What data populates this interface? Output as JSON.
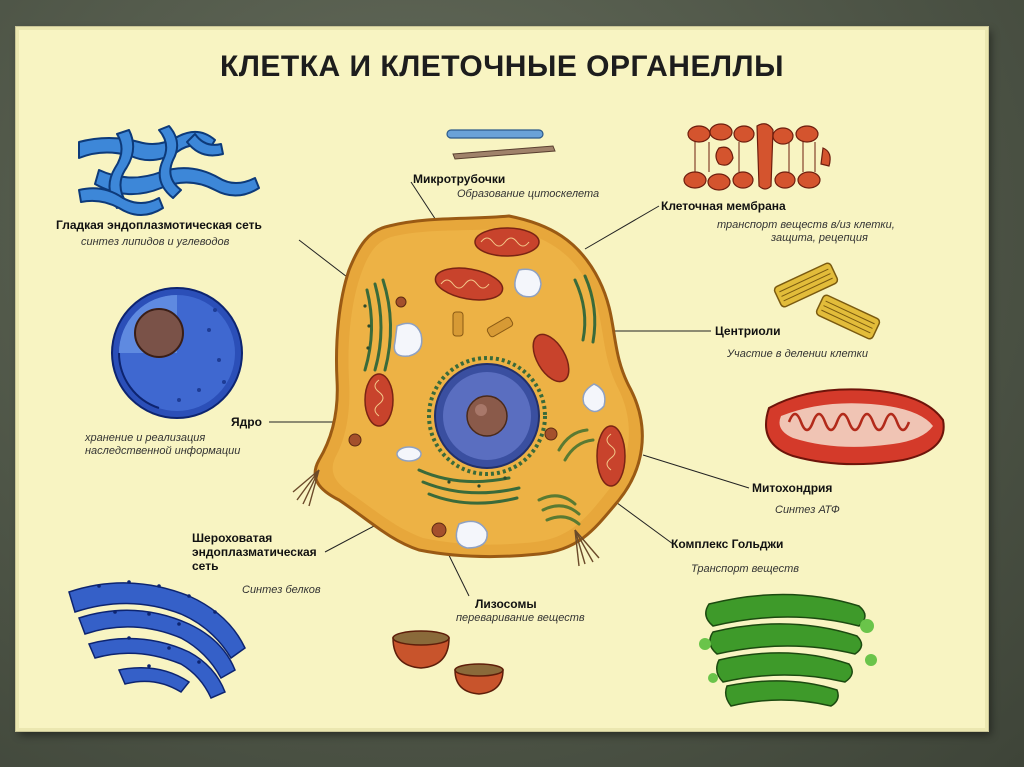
{
  "title": "КЛЕТКА И КЛЕТОЧНЫЕ ОРГАНЕЛЛЫ",
  "organelles": {
    "smooth_er": {
      "name": "Гладкая эндоплазмотическая сеть",
      "function": "синтез липидов и углеводов"
    },
    "microtubules": {
      "name": "Микротрубочки",
      "function": "Образование цитоскелета"
    },
    "membrane": {
      "name": "Клеточная мембрана",
      "function_line1": "транспорт веществ в/из клетки,",
      "function_line2": "защита, рецепция"
    },
    "centrioles": {
      "name": "Центриоли",
      "function": "Участие в делении клетки"
    },
    "nucleus": {
      "name": "Ядро",
      "function_line1": "хранение и реализация",
      "function_line2": "наследственной информации"
    },
    "mitochondria": {
      "name": "Митохондрия",
      "function": "Синтез АТФ"
    },
    "golgi": {
      "name": "Комплекс Гольджи",
      "function": "Транспорт веществ"
    },
    "rough_er": {
      "name_line1": "Шероховатая",
      "name_line2": "эндоплазматическая",
      "name_line3": "сеть",
      "function": "Синтез белков"
    },
    "lysosomes": {
      "name": "Лизосомы",
      "function": "переваривание веществ"
    }
  }
}
